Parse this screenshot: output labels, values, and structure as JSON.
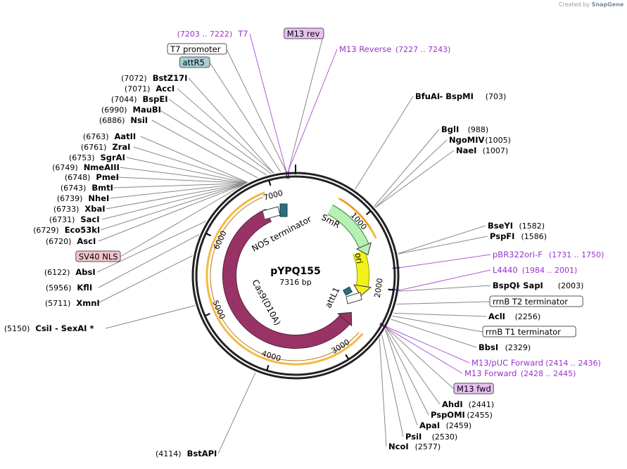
{
  "app": {
    "credit_text": "Created by",
    "credit_brand": "SnapGene"
  },
  "plasmid": {
    "name": "pYPQ155",
    "size_label": "7316 bp",
    "total_bp": 7316
  },
  "ticks": [
    {
      "bp": 1000,
      "label": "1000"
    },
    {
      "bp": 2000,
      "label": "2000"
    },
    {
      "bp": 3000,
      "label": "3000"
    },
    {
      "bp": 4000,
      "label": "4000"
    },
    {
      "bp": 5000,
      "label": "5000"
    },
    {
      "bp": 6000,
      "label": "6000"
    },
    {
      "bp": 7000,
      "label": "7000"
    }
  ],
  "features": [
    {
      "name": "SmR",
      "start": 560,
      "end": 1350,
      "color": "#b7f0b5",
      "stroke": "#2a8a2a",
      "label": "SmR"
    },
    {
      "name": "ori",
      "start": 1420,
      "end": 2010,
      "color": "#f2f21a",
      "stroke": "#9a9a00",
      "label": "ori"
    },
    {
      "name": "Cas9(D10A)",
      "start": 2680,
      "end": 6830,
      "color": "#993366",
      "stroke": "#5a1f3c",
      "label": "Cas9(D10A)",
      "reverse": true
    },
    {
      "name": "NOS terminator",
      "start": 6840,
      "end": 7020,
      "color": "#ffffff",
      "stroke": "#444444",
      "label": "NOS terminator"
    },
    {
      "name": "attL1",
      "start": 2400,
      "end": 2520,
      "color": "#ffffff",
      "stroke": "#444444",
      "label": "attL1"
    }
  ],
  "labels_right": [
    {
      "text_name": "BfuAI",
      "text_extra": " - BspMI",
      "pos": "(703)",
      "bp": 703,
      "style": "enzyme"
    },
    {
      "text_name": "BglI",
      "text_extra": "",
      "pos": "(988)",
      "bp": 988,
      "style": "enzyme"
    },
    {
      "text_name": "NgoMIV",
      "text_extra": "",
      "pos": "(1005)",
      "bp": 1005,
      "style": "enzyme"
    },
    {
      "text_name": "NaeI",
      "text_extra": "",
      "pos": "(1007)",
      "bp": 1007,
      "style": "enzyme"
    },
    {
      "text_name": "BseYI",
      "text_extra": "",
      "pos": "(1582)",
      "bp": 1582,
      "style": "enzyme"
    },
    {
      "text_name": "PspFI",
      "text_extra": "",
      "pos": "(1586)",
      "bp": 1586,
      "style": "enzyme"
    },
    {
      "text_name": "pBR322ori-F",
      "text_extra": "",
      "pos": "(1731 .. 1750)",
      "bp": 1740,
      "style": "primer"
    },
    {
      "text_name": "L4440",
      "text_extra": "",
      "pos": "(1984 .. 2001)",
      "bp": 1992,
      "style": "primer"
    },
    {
      "text_name": "BspQI",
      "text_extra": " - SapI",
      "pos": "(2003)",
      "bp": 2003,
      "style": "enzyme"
    },
    {
      "text_name": "rrnB T2 terminator",
      "text_extra": "",
      "pos": "",
      "bp": 2150,
      "style": "boxed"
    },
    {
      "text_name": "AclI",
      "text_extra": "",
      "pos": "(2256)",
      "bp": 2256,
      "style": "enzyme"
    },
    {
      "text_name": "rrnB T1 terminator",
      "text_extra": "",
      "pos": "",
      "bp": 2290,
      "style": "boxed"
    },
    {
      "text_name": "BbsI",
      "text_extra": "",
      "pos": "(2329)",
      "bp": 2329,
      "style": "enzyme"
    },
    {
      "text_name": "M13/pUC Forward",
      "text_extra": "",
      "pos": "(2414 .. 2436)",
      "bp": 2425,
      "style": "primer"
    },
    {
      "text_name": "M13 Forward",
      "text_extra": "",
      "pos": "(2428 .. 2445)",
      "bp": 2436,
      "style": "primer"
    },
    {
      "text_name": "M13 fwd",
      "text_extra": "",
      "pos": "",
      "bp": 2438,
      "style": "boxed-purple"
    },
    {
      "text_name": "AhdI",
      "text_extra": "",
      "pos": "(2441)",
      "bp": 2441,
      "style": "enzyme"
    },
    {
      "text_name": "PspOMI",
      "text_extra": "",
      "pos": "(2455)",
      "bp": 2455,
      "style": "enzyme"
    },
    {
      "text_name": "ApaI",
      "text_extra": "",
      "pos": "(2459)",
      "bp": 2459,
      "style": "enzyme"
    },
    {
      "text_name": "PsiI",
      "text_extra": "",
      "pos": "(2530)",
      "bp": 2530,
      "style": "enzyme"
    },
    {
      "text_name": "NcoI",
      "text_extra": "",
      "pos": "(2577)",
      "bp": 2577,
      "style": "enzyme"
    }
  ],
  "labels_left": [
    {
      "text_name": "T7",
      "text_extra": "",
      "pos": "(7203 .. 7222)",
      "bp": 7212,
      "style": "primer"
    },
    {
      "text_name": "M13 rev",
      "text_extra": "",
      "pos": "",
      "bp": 7235,
      "style": "boxed-purple"
    },
    {
      "text_name": "M13 Reverse",
      "text_extra": "",
      "pos": "(7227 .. 7243)",
      "bp": 7235,
      "style": "primer-right"
    },
    {
      "text_name": "T7 promoter",
      "text_extra": "",
      "pos": "",
      "bp": 7210,
      "style": "boxed"
    },
    {
      "text_name": "attR5",
      "text_extra": "",
      "pos": "",
      "bp": 7150,
      "style": "boxed-blue"
    },
    {
      "text_name": "BstZ17I",
      "text_extra": "",
      "pos": "(7072)",
      "bp": 7072,
      "style": "enzyme"
    },
    {
      "text_name": "AccI",
      "text_extra": "",
      "pos": "(7071)",
      "bp": 7071,
      "style": "enzyme"
    },
    {
      "text_name": "BspEI",
      "text_extra": "",
      "pos": "(7044)",
      "bp": 7044,
      "style": "enzyme"
    },
    {
      "text_name": "MauBI",
      "text_extra": "",
      "pos": "(6990)",
      "bp": 6990,
      "style": "enzyme"
    },
    {
      "text_name": "NsiI",
      "text_extra": "",
      "pos": "(6886)",
      "bp": 6886,
      "style": "enzyme"
    },
    {
      "text_name": "AatII",
      "text_extra": "",
      "pos": "(6763)",
      "bp": 6763,
      "style": "enzyme"
    },
    {
      "text_name": "ZraI",
      "text_extra": "",
      "pos": "(6761)",
      "bp": 6761,
      "style": "enzyme"
    },
    {
      "text_name": "SgrAI",
      "text_extra": "",
      "pos": "(6753)",
      "bp": 6753,
      "style": "enzyme"
    },
    {
      "text_name": "NmeAIII",
      "text_extra": "",
      "pos": "(6749)",
      "bp": 6749,
      "style": "enzyme"
    },
    {
      "text_name": "PmeI",
      "text_extra": "",
      "pos": "(6748)",
      "bp": 6748,
      "style": "enzyme"
    },
    {
      "text_name": "BmtI",
      "text_extra": "",
      "pos": "(6743)",
      "bp": 6743,
      "style": "enzyme"
    },
    {
      "text_name": "NheI",
      "text_extra": "",
      "pos": "(6739)",
      "bp": 6739,
      "style": "enzyme"
    },
    {
      "text_name": "XbaI",
      "text_extra": "",
      "pos": "(6733)",
      "bp": 6733,
      "style": "enzyme"
    },
    {
      "text_name": "SacI",
      "text_extra": "",
      "pos": "(6731)",
      "bp": 6731,
      "style": "enzyme"
    },
    {
      "text_name": "Eco53kI",
      "text_extra": "",
      "pos": "(6729)",
      "bp": 6729,
      "style": "enzyme"
    },
    {
      "text_name": "AscI",
      "text_extra": "",
      "pos": "(6720)",
      "bp": 6720,
      "style": "enzyme"
    },
    {
      "text_name": "SV40 NLS",
      "text_extra": "",
      "pos": "",
      "bp": 6700,
      "style": "boxed-pink"
    },
    {
      "text_name": "AbsI",
      "text_extra": "",
      "pos": "(6122)",
      "bp": 6122,
      "style": "enzyme"
    },
    {
      "text_name": "KflI",
      "text_extra": "",
      "pos": "(5956)",
      "bp": 5956,
      "style": "enzyme"
    },
    {
      "text_name": "XmnI",
      "text_extra": "",
      "pos": "(5711)",
      "bp": 5711,
      "style": "enzyme"
    },
    {
      "text_name": "CsiI",
      "text_extra": " - SexAI *",
      "pos": "(5150)",
      "bp": 5150,
      "style": "enzyme"
    },
    {
      "text_name": "BstAPI",
      "text_extra": "",
      "pos": "(4114)",
      "bp": 4114,
      "style": "enzyme"
    }
  ],
  "colors": {
    "enzyme_text": "#000000",
    "primer_text": "#9933cc",
    "backbone": "#222222",
    "yellow_highlight": "#f5b942",
    "attR5_fill": "#a9cfd9",
    "pink_fill": "#f2c4cc",
    "purple_fill": "#e6c0f0"
  }
}
